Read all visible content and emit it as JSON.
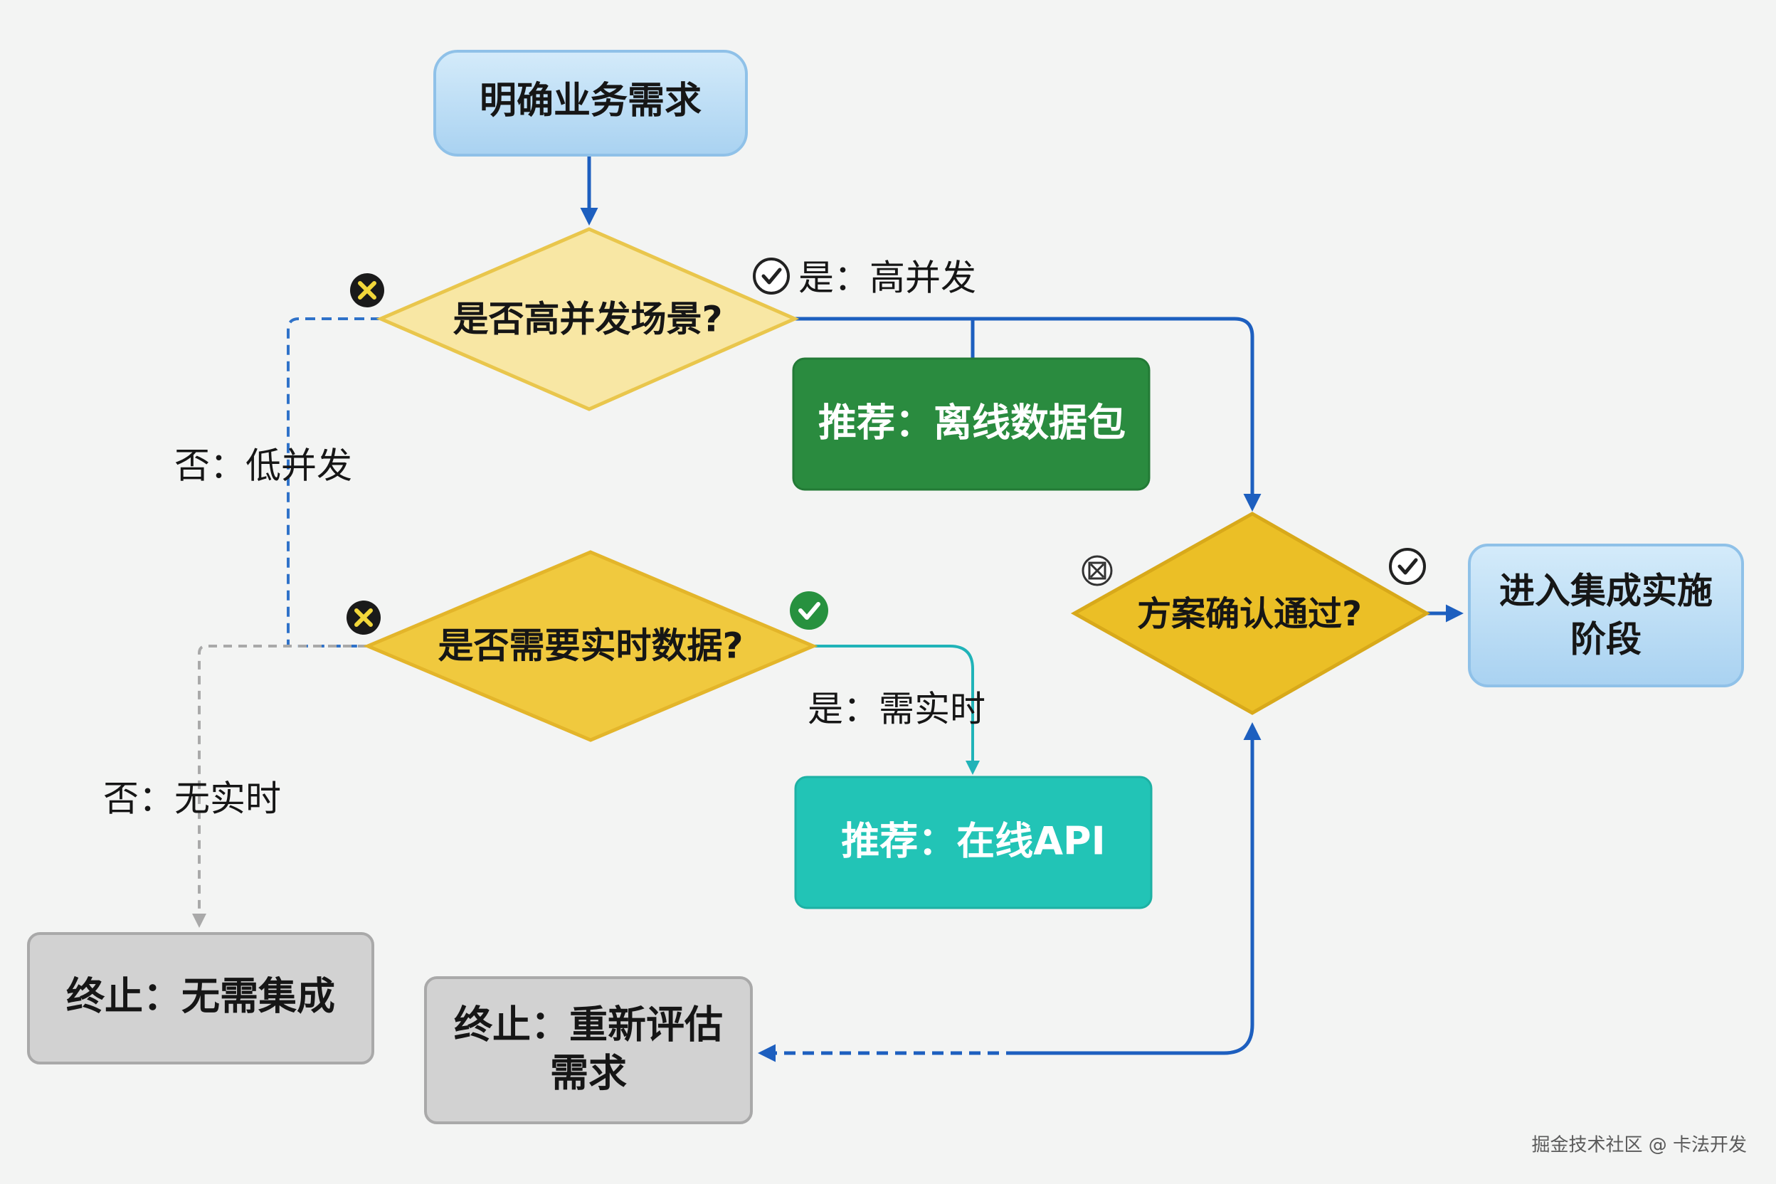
{
  "nodes": {
    "start": "明确业务需求",
    "decision_concurrency": "是否高并发场景?",
    "recommend_offline": "推荐：离线数据包",
    "decision_realtime": "是否需要实时数据?",
    "recommend_api": "推荐：在线API",
    "decision_confirm": "方案确认通过?",
    "enter_integration_line1": "进入集成实施",
    "enter_integration_line2": "阶段",
    "end_no_integration": "终止：无需集成",
    "end_reevaluate_line1": "终止：重新评估",
    "end_reevaluate_line2": "需求"
  },
  "edge_labels": {
    "yes_high_concurrency": "是：高并发",
    "no_low_concurrency": "否：低并发",
    "yes_realtime": "是：需实时",
    "no_realtime": "否：无实时"
  },
  "watermark": "掘金技术社区 @ 卡法开发",
  "colors": {
    "start_fill": "#bfe0f7",
    "decision_light": "#f8e7a4",
    "decision_gold": "#f0c93e",
    "decision_dark_gold": "#ebbf26",
    "offline_green": "#2a8b3f",
    "api_teal": "#22c4b6",
    "end_gray": "#d2d2d2",
    "arrow_blue": "#1d5fbf",
    "arrow_teal": "#20b3b8",
    "arrow_gray": "#a9a9a9"
  }
}
